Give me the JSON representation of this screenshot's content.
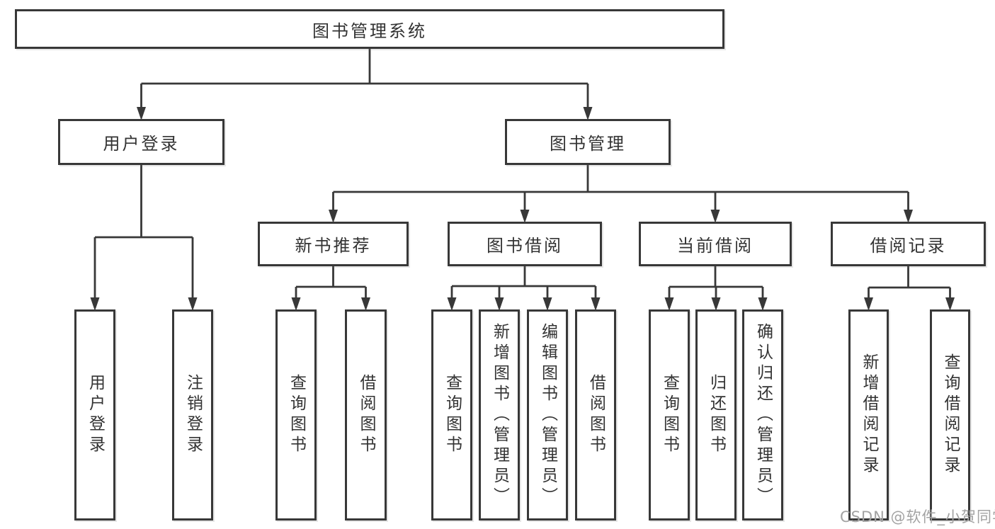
{
  "diagram": {
    "root": {
      "label": "图书管理系统"
    },
    "branches": [
      {
        "label": "用户登录",
        "children": [
          {
            "label": "用户登录"
          },
          {
            "label": "注销登录"
          }
        ]
      },
      {
        "label": "图书管理",
        "children": [
          {
            "label": "新书推荐",
            "children": [
              {
                "label": "查询图书"
              },
              {
                "label": "借阅图书"
              }
            ]
          },
          {
            "label": "图书借阅",
            "children": [
              {
                "label": "查询图书"
              },
              {
                "label": "新增图书（管理员）"
              },
              {
                "label": "编辑图书（管理员）"
              },
              {
                "label": "借阅图书"
              }
            ]
          },
          {
            "label": "当前借阅",
            "children": [
              {
                "label": "查询图书"
              },
              {
                "label": "归还图书"
              },
              {
                "label": "确认归还（管理员）"
              }
            ]
          },
          {
            "label": "借阅记录",
            "children": [
              {
                "label": "新增借阅记录"
              },
              {
                "label": "查询借阅记录"
              }
            ]
          }
        ]
      }
    ]
  },
  "watermark": {
    "text": "CSDN @软件_小贺同学"
  },
  "colors": {
    "line": "#383838",
    "box_fill": "#ffffff",
    "text": "#333333",
    "watermark": "#a3a3a3"
  }
}
